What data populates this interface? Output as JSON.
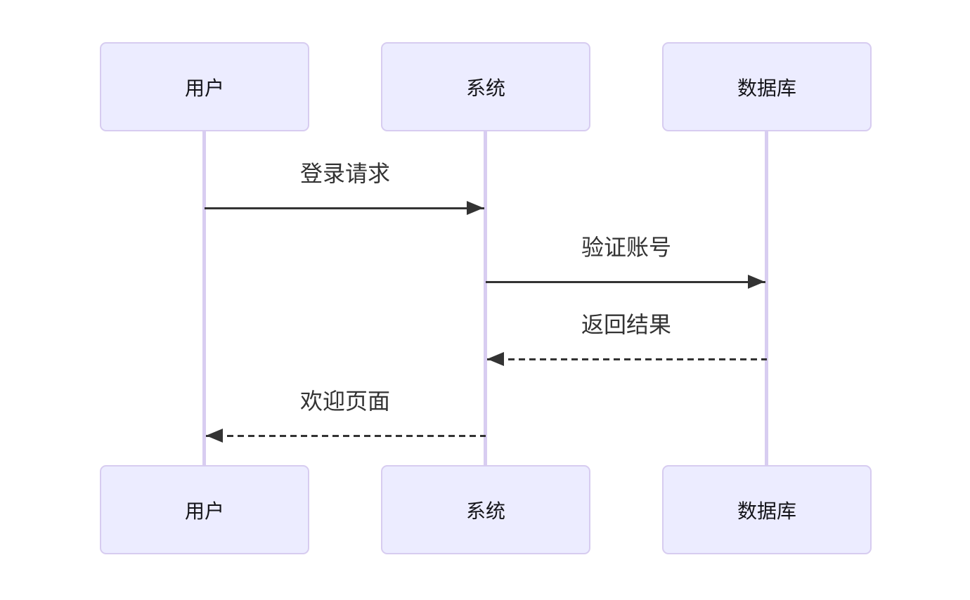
{
  "diagram": {
    "kind": "sequence-diagram",
    "actors": [
      {
        "id": "user",
        "label": "用户"
      },
      {
        "id": "system",
        "label": "系统"
      },
      {
        "id": "database",
        "label": "数据库"
      }
    ],
    "messages": [
      {
        "from": "用户",
        "to": "系统",
        "label": "登录请求",
        "line": "solid",
        "direction": "right"
      },
      {
        "from": "系统",
        "to": "数据库",
        "label": "验证账号",
        "line": "solid",
        "direction": "right"
      },
      {
        "from": "数据库",
        "to": "系统",
        "label": "返回结果",
        "line": "dashed",
        "direction": "left"
      },
      {
        "from": "系统",
        "to": "用户",
        "label": "欢迎页面",
        "line": "dashed",
        "direction": "left"
      }
    ],
    "colors": {
      "background": "#FFFFFF",
      "actor_fill": "#ECECFF",
      "actor_border": "#D7CCF0",
      "lifeline": "#D8CDF1",
      "arrow": "#333333",
      "actor_text": "#131318",
      "message_text": "#333333"
    }
  }
}
